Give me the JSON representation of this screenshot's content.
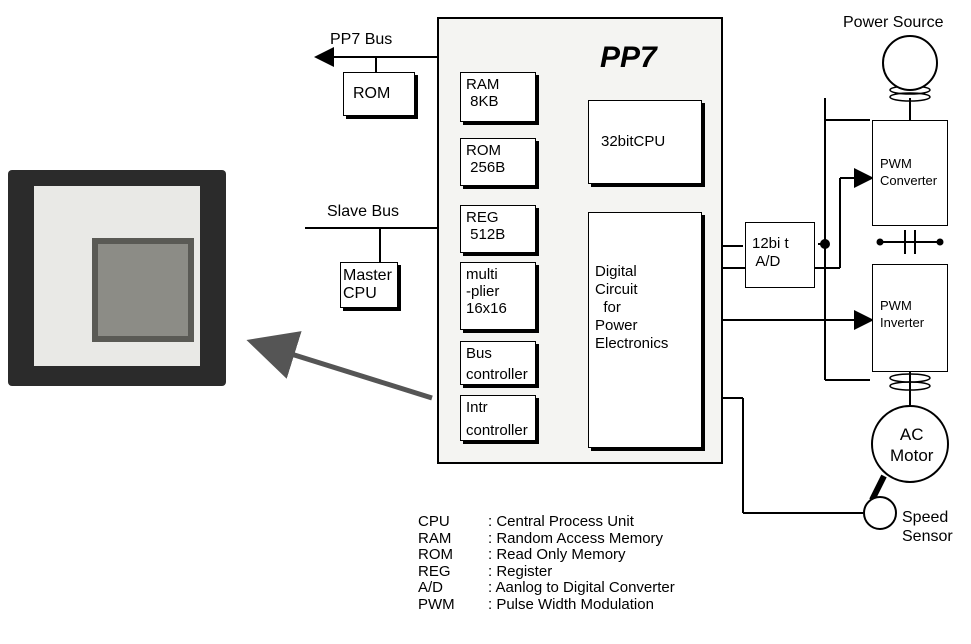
{
  "pp7": {
    "title": "PP7"
  },
  "blocks": {
    "ram": "RAM\n 8KB",
    "rom_int": "ROM\n 256B",
    "reg": "REG\n 512B",
    "mult": "multi\n-plier\n16x16",
    "bus_ctrl_main": "Bus",
    "bus_ctrl_sub": "controller",
    "intr_ctrl_main": "Intr",
    "intr_ctrl_sub": "controller",
    "cpu": "32bitCPU",
    "digital": "Digital\nCircuit\n  for\nPower\nElectronics"
  },
  "external": {
    "pp7_bus": "PP7 Bus",
    "rom": "ROM",
    "slave_bus": "Slave Bus",
    "master_cpu": "Master\nCPU",
    "power_source": "Power Source",
    "pwm_converter": "PWM\nConverter",
    "pwm_inverter": "PWM\nInverter",
    "ad": "12bi t\n A/D",
    "ac_motor": "AC\nMotor",
    "speed_sensor": "Speed\nSensor"
  },
  "legend": [
    {
      "abbr": "CPU",
      "desc": ": Central Process Unit"
    },
    {
      "abbr": "RAM",
      "desc": ": Random Access Memory"
    },
    {
      "abbr": "ROM",
      "desc": ": Read Only Memory"
    },
    {
      "abbr": "REG",
      "desc": ": Register"
    },
    {
      "abbr": "A/D",
      "desc": ": Aanlog to Digital Converter"
    },
    {
      "abbr": "PWM",
      "desc": ": Pulse Width Modulation"
    }
  ]
}
